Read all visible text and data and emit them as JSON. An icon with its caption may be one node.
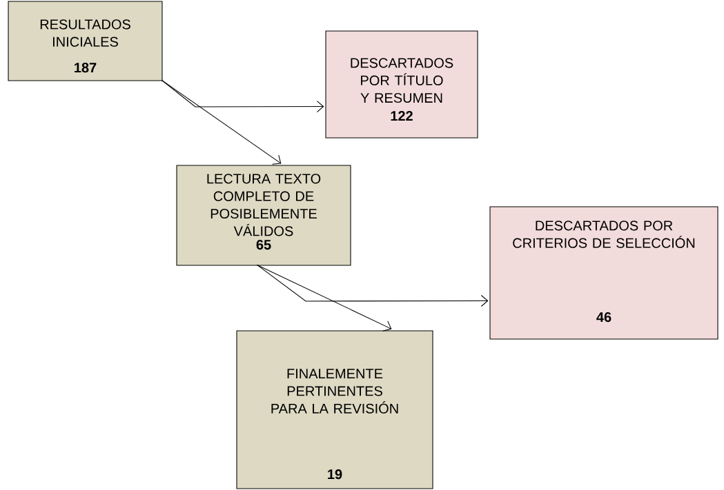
{
  "diagram": {
    "nodes": [
      {
        "text": [
          "RESULTADOS INICIALES",
          "187"
        ]
      },
      {
        "text": [
          "DESCARTADOS POR TÍTULO Y RESUMEN",
          "122"
        ]
      },
      {
        "text": [
          "LECTURA TEXTO COMPLETO DE POSIBLEMENTE VÁLIDOS",
          "65"
        ]
      },
      {
        "text": [
          "DESCARTADOS POR CRITERIOS DE SELECCIÓN",
          "46"
        ]
      },
      {
        "text": [
          "FINALEMENTE PERTINENTES PARA LA REVISIÓN",
          "19"
        ]
      }
    ],
    "edges": [
      {
        "from": 0,
        "to": 2,
        "arrow": "to"
      },
      {
        "from": 0,
        "to": 1,
        "arrow": "to"
      },
      {
        "from": 2,
        "to": 4,
        "arrow": "to"
      },
      {
        "from": 2,
        "to": 3,
        "arrow": "to"
      }
    ]
  }
}
